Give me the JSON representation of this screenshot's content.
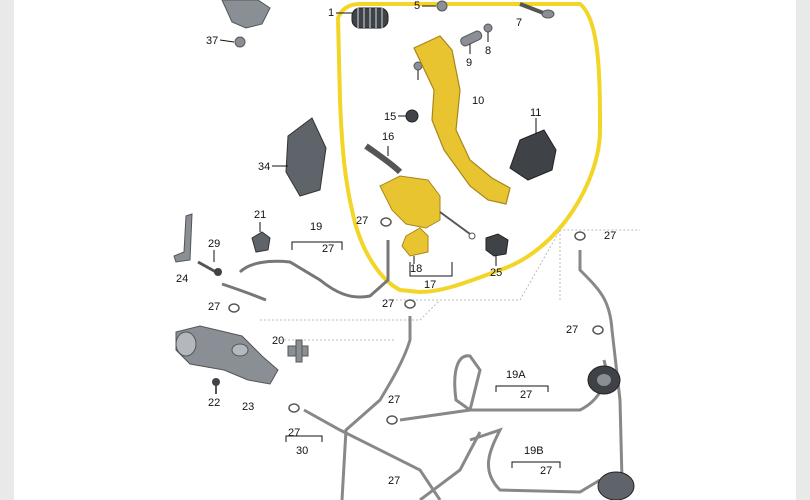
{
  "diagram": {
    "labels": {
      "l1": "1",
      "l5": "5",
      "l7": "7",
      "l8": "8",
      "l9": "9",
      "l10": "10",
      "l11": "11",
      "l15": "15",
      "l16": "16",
      "l17": "17",
      "l18": "18",
      "l19": "19",
      "l19a": "19A",
      "l19b": "19B",
      "l20": "20",
      "l21": "21",
      "l22": "22",
      "l23": "23",
      "l24": "24",
      "l25": "25",
      "l27": "27",
      "l29": "29",
      "l30": "30",
      "l34": "34",
      "l37": "37"
    },
    "highlight_color": "#f2d526",
    "part_fill": "#8a8f96",
    "highlight_part_fill": "#e9c431"
  }
}
